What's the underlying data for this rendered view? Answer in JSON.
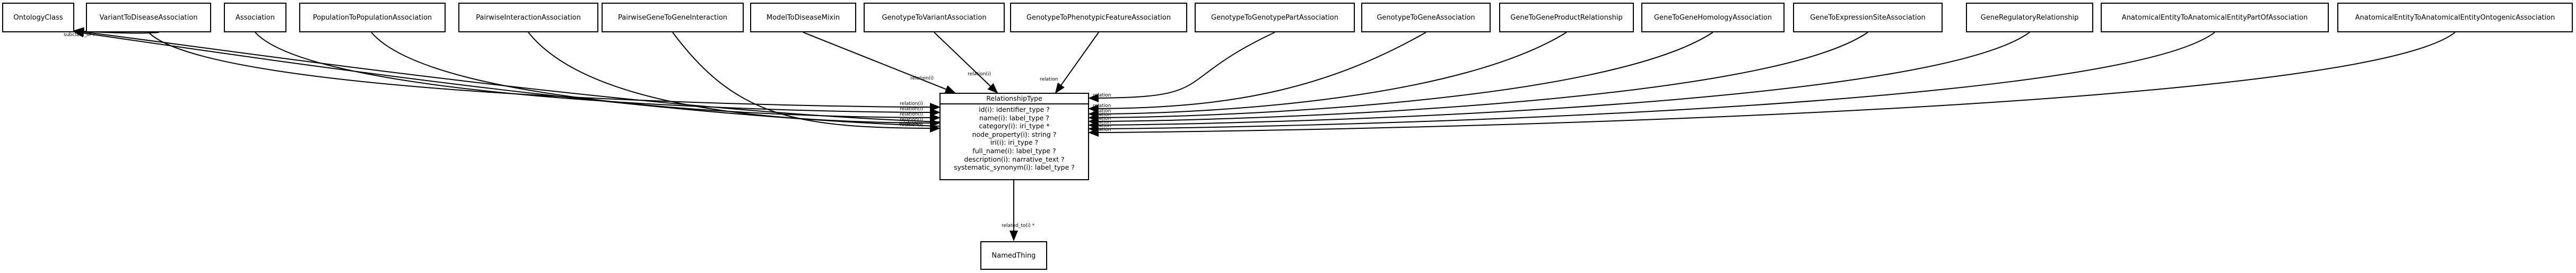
{
  "nodes": [
    "OntologyClass",
    "VariantToDiseaseAssociation",
    "Association",
    "PopulationToPopulationAssociation",
    "PairwiseInteractionAssociation",
    "PairwiseGeneToGeneInteraction",
    "ModelToDiseaseMixin",
    "GenotypeToVariantAssociation",
    "GenotypeToPhenotypicFeatureAssociation",
    "GenotypeToGenotypePartAssociation",
    "GenotypeToGeneAssociation",
    "GeneToGeneProductRelationship",
    "GeneToGeneHomologyAssociation",
    "GeneToExpressionSiteAssociation",
    "GeneRegulatoryRelationship",
    "AnatomicalEntityToAnatomicalEntityPartOfAssociation",
    "AnatomicalEntityToAnatomicalEntityOntogenicAssociation"
  ],
  "relationship_type": {
    "title": "RelationshipType",
    "fields": [
      "id(i): identifier_type ?",
      "name(i): label_type ?",
      "category(i): iri_type *",
      "node_property(i): string ?",
      "iri(i): iri_type ?",
      "full_name(i): label_type ?",
      "description(i): narrative_text ?",
      "systematic_synonym(i): label_type ?"
    ]
  },
  "named_thing": "NamedThing",
  "edge_labels": {
    "subclass_of": "subclass_of ?",
    "relation": "relation(i)",
    "relation_short": "relation",
    "related_to": "related_to(i) *"
  }
}
